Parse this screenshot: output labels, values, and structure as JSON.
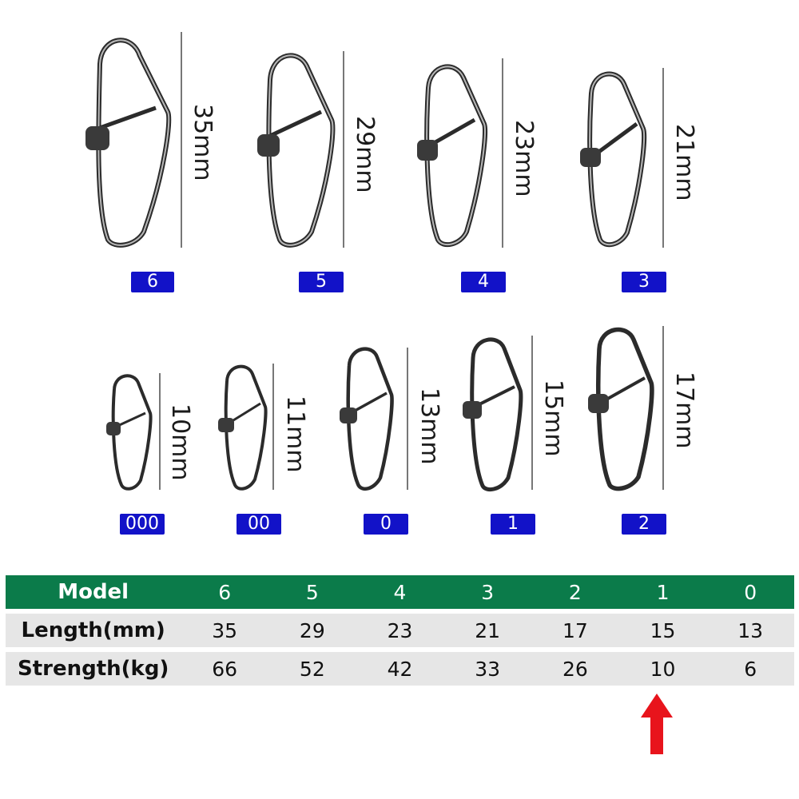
{
  "products": [
    {
      "model": "6",
      "size": "35mm"
    },
    {
      "model": "5",
      "size": "29mm"
    },
    {
      "model": "4",
      "size": "23mm"
    },
    {
      "model": "3",
      "size": "21mm"
    },
    {
      "model": "000",
      "size": "10mm"
    },
    {
      "model": "00",
      "size": "11mm"
    },
    {
      "model": "0",
      "size": "13mm"
    },
    {
      "model": "1",
      "size": "15mm"
    },
    {
      "model": "2",
      "size": "17mm"
    }
  ],
  "table": {
    "header": {
      "label": "Model",
      "values": [
        "6",
        "5",
        "4",
        "3",
        "2",
        "1",
        "0"
      ]
    },
    "rows": [
      {
        "label": "Length(mm)",
        "values": [
          "35",
          "29",
          "23",
          "21",
          "17",
          "15",
          "13"
        ]
      },
      {
        "label": "Strength(kg)",
        "values": [
          "66",
          "52",
          "42",
          "33",
          "26",
          "10",
          "6"
        ]
      }
    ]
  },
  "colors": {
    "badge": "#1212c8",
    "header": "#0b7b4a",
    "row": "#e6e6e6",
    "arrow": "#e8141c"
  },
  "icons": {
    "pointer": "red-up-arrow-icon"
  }
}
